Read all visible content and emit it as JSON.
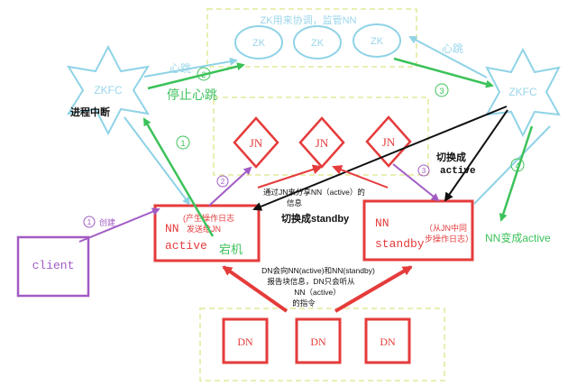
{
  "colors": {
    "cyan": "#8fd3e6",
    "cyan_text": "#9ad6ea",
    "red": "#e53b3b",
    "green": "#3cc25a",
    "purple": "#a15bc4",
    "black": "#111111",
    "dashed": "#e3e89a"
  },
  "zk": {
    "title": "ZK用来协调，监管NN",
    "nodes": [
      "ZK",
      "ZK",
      "ZK"
    ]
  },
  "zkfc": {
    "left": "ZKFC",
    "right": "ZKFC"
  },
  "jn": {
    "nodes": [
      "JN",
      "JN",
      "JN"
    ]
  },
  "dn": {
    "nodes": [
      "DN",
      "DN",
      "DN"
    ]
  },
  "nn_active": {
    "name": "NN",
    "state": "active",
    "note_line1": "(产生操作日志",
    "note_line2": "发送给JN",
    "crash": "宕机"
  },
  "nn_standby": {
    "name": "NN",
    "state": "standby",
    "note_line1": "（从JN中同",
    "note_line2": "步操作日志）"
  },
  "client": {
    "label": "client"
  },
  "labels": {
    "heartbeat_left": "心跳",
    "heartbeat_right": "心跳",
    "stop_heartbeat": "停止心跳",
    "process_interrupt": "进程中断",
    "create": "创建",
    "share_line1": "通过JN来分享NN（active）的",
    "share_line2": "信息",
    "switch_standby": "切换成standby",
    "switch_active_line1": "切换成",
    "switch_active_line2": "active",
    "nn_becomes_active": "NN变成active",
    "dn_line1": "DN会向NN(active)和NN(standby)",
    "dn_line2": "报告块信息，DN只会听从",
    "dn_line3": "NN（active）",
    "dn_line4": "的指令"
  },
  "steps": {
    "s1_create": "1",
    "s1_heart": "1",
    "s2_heart": "2",
    "s2_jn": "2",
    "s3_zk": "3",
    "s3_jn": "3",
    "s4": "4"
  }
}
